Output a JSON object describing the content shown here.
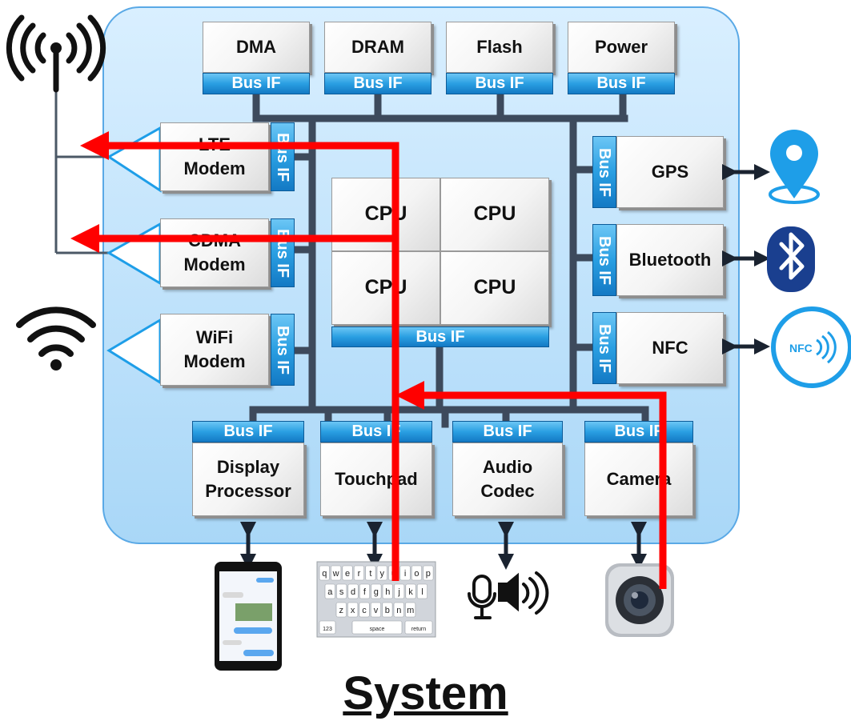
{
  "title": "System",
  "bus_if_label": "Bus IF",
  "top_blocks": [
    {
      "id": "dma",
      "label": "DMA"
    },
    {
      "id": "dram",
      "label": "DRAM"
    },
    {
      "id": "flash",
      "label": "Flash"
    },
    {
      "id": "power",
      "label": "Power"
    }
  ],
  "modems": [
    {
      "id": "lte",
      "lines": [
        "LTE",
        "Modem"
      ]
    },
    {
      "id": "cdma",
      "lines": [
        "CDMA",
        "Modem"
      ]
    },
    {
      "id": "wifi",
      "lines": [
        "WiFi",
        "Modem"
      ]
    }
  ],
  "cpus": [
    "CPU",
    "CPU",
    "CPU",
    "CPU"
  ],
  "right_blocks": [
    {
      "id": "gps",
      "label": "GPS"
    },
    {
      "id": "bluetooth",
      "label": "Bluetooth"
    },
    {
      "id": "nfc",
      "label": "NFC"
    }
  ],
  "bottom_blocks": [
    {
      "id": "display",
      "lines": [
        "Display",
        "Processor"
      ]
    },
    {
      "id": "touchpad",
      "lines": [
        "Touchpad"
      ]
    },
    {
      "id": "audio",
      "lines": [
        "Audio",
        "Codec"
      ]
    },
    {
      "id": "camera",
      "lines": [
        "Camera"
      ]
    }
  ],
  "nfc_badge": "NFC",
  "keyboard": {
    "row1": [
      "q",
      "w",
      "e",
      "r",
      "t",
      "y",
      "u",
      "i",
      "o",
      "p"
    ],
    "row2": [
      "a",
      "s",
      "d",
      "f",
      "g",
      "h",
      "j",
      "k",
      "l"
    ],
    "row3": [
      "z",
      "x",
      "c",
      "v",
      "b",
      "n",
      "m"
    ],
    "space": "space",
    "return": "return",
    "num": "123"
  },
  "colors": {
    "soc_border": "#5aa9e6",
    "bus_line": "#3d4a5c",
    "bus_if": "#1f8fd6",
    "data_path": "#ff0000",
    "icon_blue": "#1e9ee8",
    "bluetooth_bg": "#1a3f8f"
  }
}
